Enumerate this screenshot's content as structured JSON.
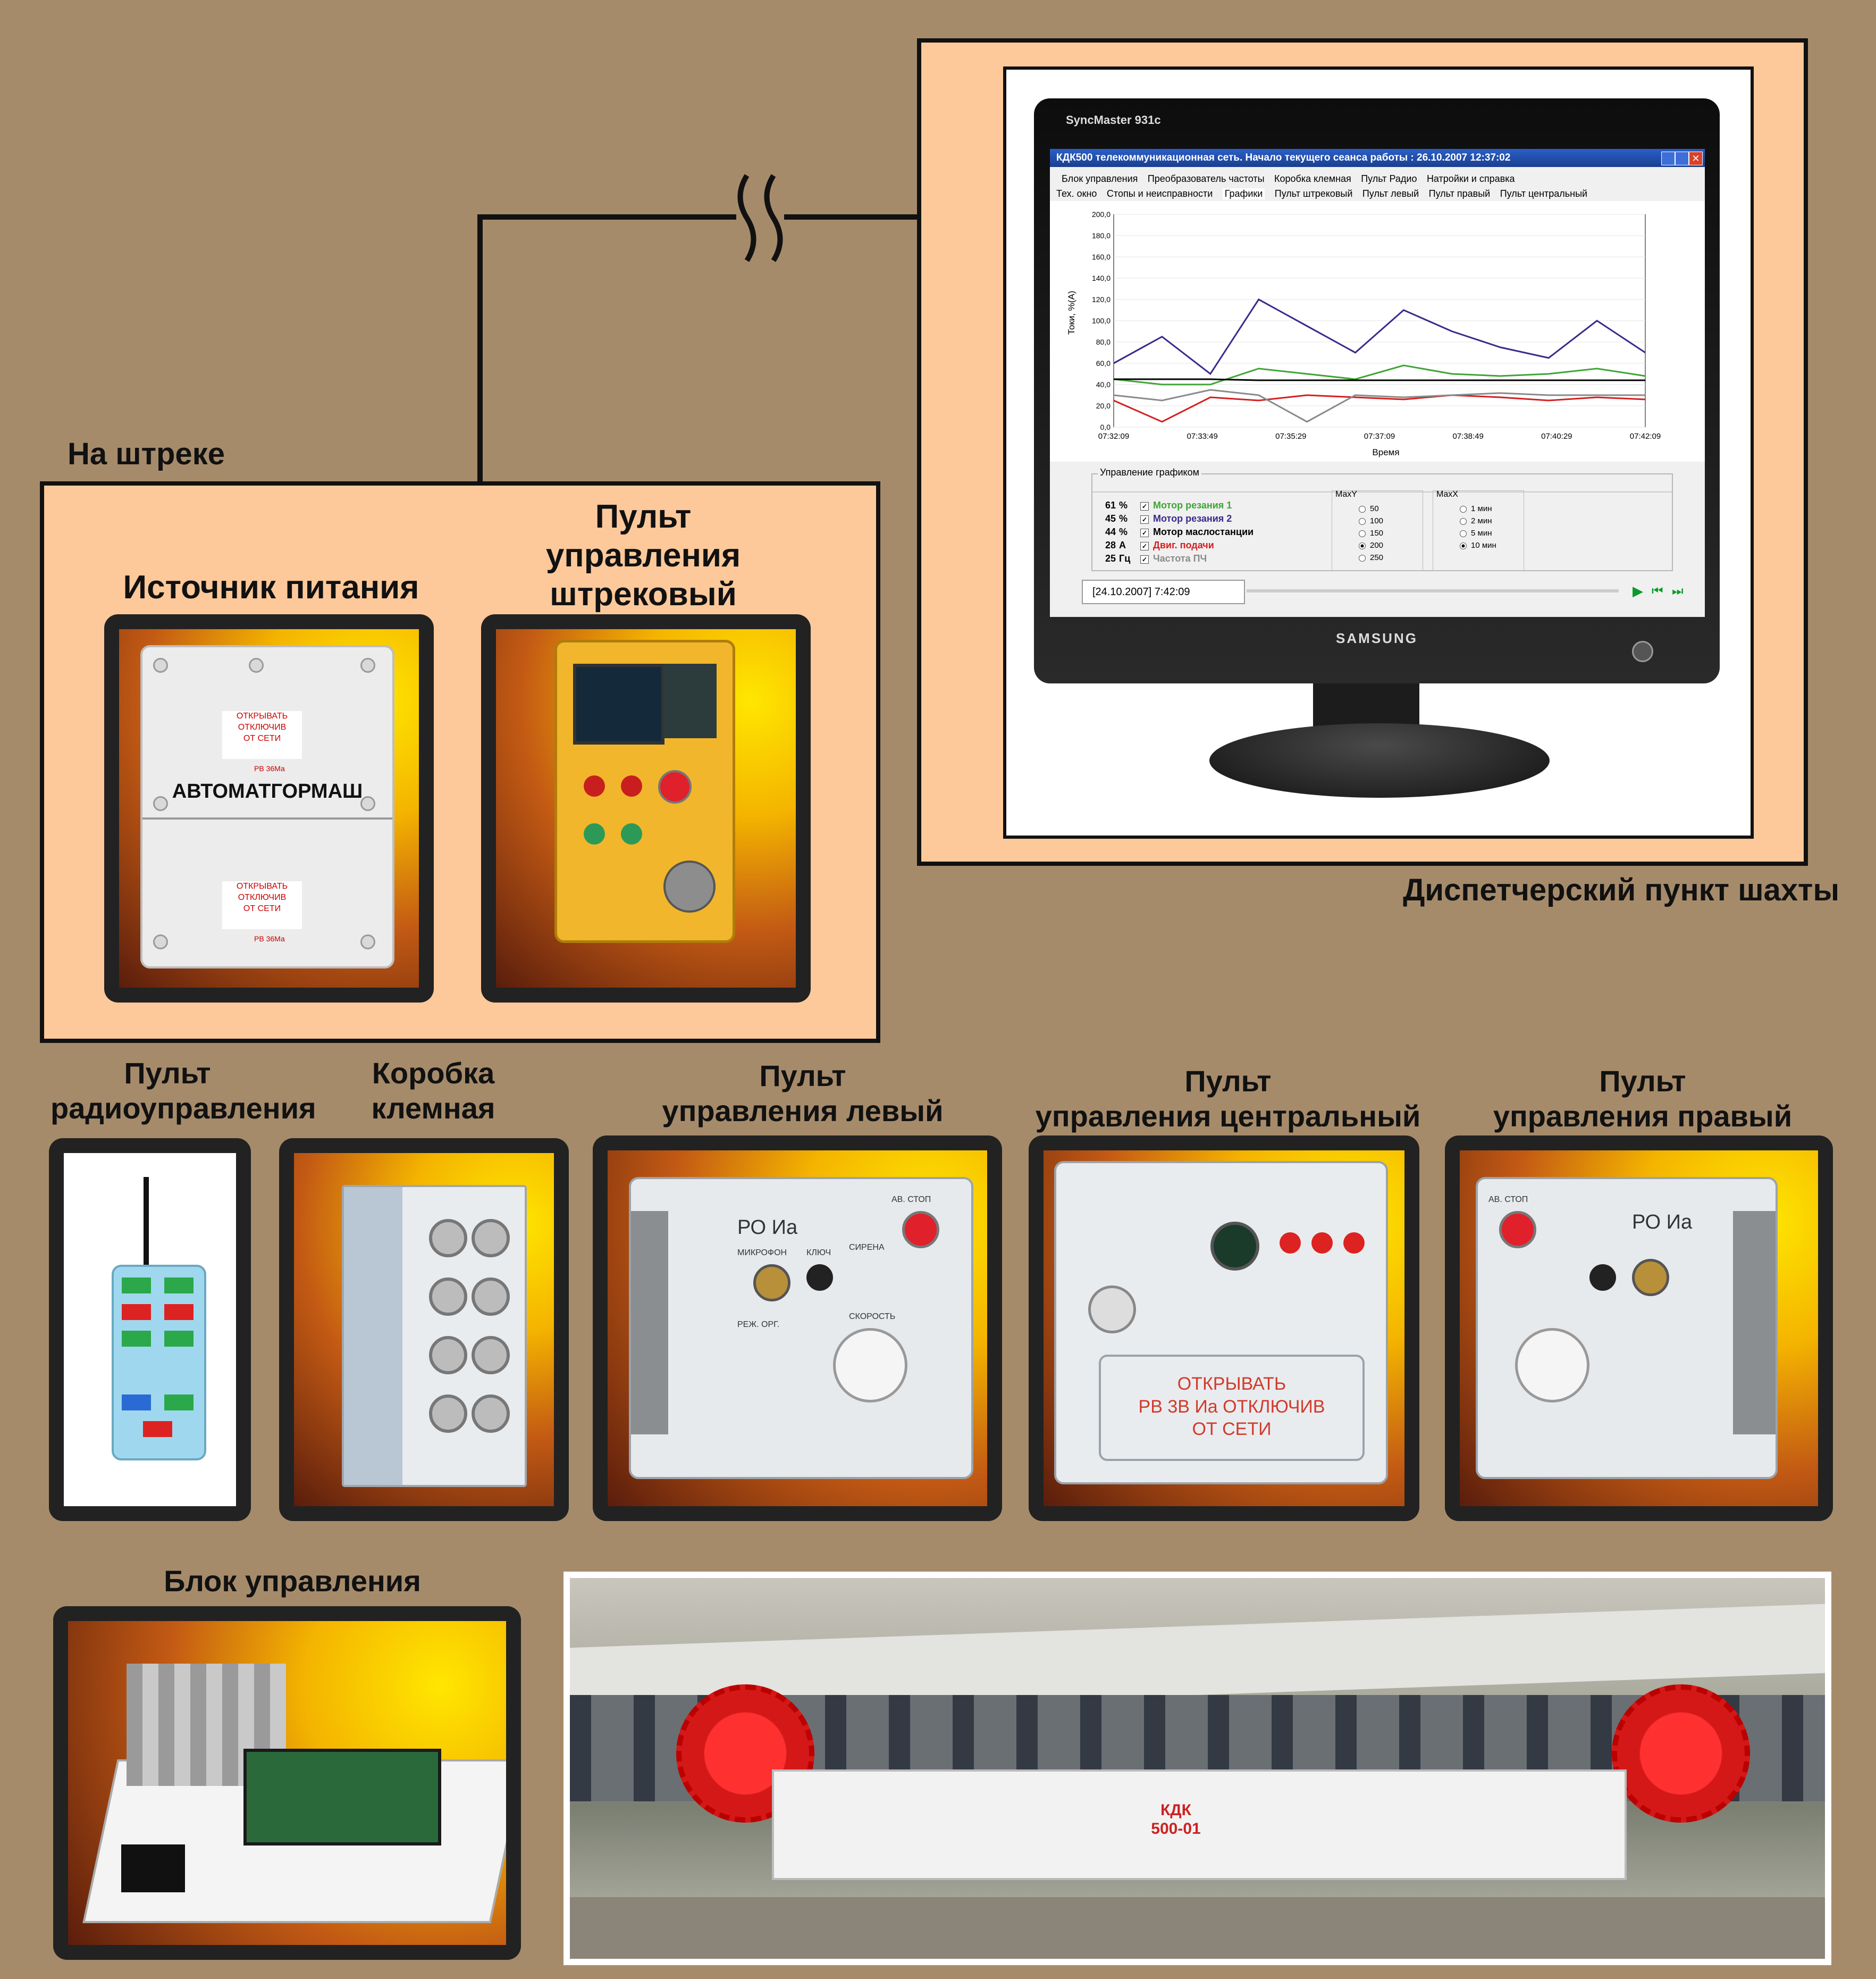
{
  "sections": {
    "roadway_title": "На штреке",
    "dispatch_title": "Диспетчерский пункт шахты"
  },
  "devices": {
    "power_source": "Источник питания",
    "roadway_panel": [
      "Пульт",
      "управления",
      "штрековый"
    ],
    "radio_panel": [
      "Пульт",
      "радиоуправления"
    ],
    "terminal_box": [
      "Коробка",
      "клемная"
    ],
    "left_panel": [
      "Пульт",
      "управления левый"
    ],
    "center_panel": [
      "Пульт",
      "управления центральный"
    ],
    "right_panel": [
      "Пульт",
      "управления правый"
    ],
    "control_unit": "Блок управления"
  },
  "photo_text": {
    "power_brand": "АВТОМАТГОРМАШ",
    "power_warning": [
      "ОТКРЫВАТЬ",
      "ОТКЛЮЧИВ",
      "ОТ СЕТИ"
    ],
    "power_code_top": "РВ 36Ма",
    "power_code_bottom": "РВ 36Ма",
    "center_warning": [
      "ОТКРЫВАТЬ",
      "РВ 3В Иа  ОТКЛЮЧИВ",
      "ОТ СЕТИ"
    ],
    "panel_rating": "РО Иа",
    "panel_stop": "АВ. СТОП",
    "panel_siren": "СИРЕНА",
    "panel_mic": "МИКРОФОН",
    "panel_key": "КЛЮЧ",
    "panel_speed": "СКОРОСТЬ",
    "panel_mode": "РЕЖ. ОРГ.",
    "shearer_model": [
      "КДК",
      "500-01"
    ]
  },
  "monitor": {
    "brand_top": "SyncMaster 931c",
    "brand_bottom": "SAMSUNG",
    "window_title": "КДК500 телекоммуникационная сеть. Начало текущего сеанса работы : 26.10.2007 12:37:02",
    "tabs_row1": [
      "Блок управления",
      "Преобразователь частоты",
      "Коробка клемная",
      "Пульт Радио",
      "Натройки и справка"
    ],
    "tabs_row2": [
      "Тех. окно",
      "Стопы и неисправности",
      "Графики",
      "Пульт штрековый",
      "Пульт левый",
      "Пульт правый",
      "Пульт центральный"
    ],
    "active_tab": "Графики",
    "group_title": "Управление графиком",
    "legend": [
      {
        "value": "61",
        "unit": "%",
        "name": "Мотор резания 1",
        "color": "#3fa535"
      },
      {
        "value": "45",
        "unit": "%",
        "name": "Мотор резания 2",
        "color": "#3a2a8c"
      },
      {
        "value": "44",
        "unit": "%",
        "name": "Мотор маслостанции",
        "color": "#000000"
      },
      {
        "value": "28",
        "unit": "А",
        "name": "Двиг. подачи",
        "color": "#d42020"
      },
      {
        "value": "25",
        "unit": "Гц",
        "name": "Частота ПЧ",
        "color": "#8a8a8a"
      }
    ],
    "maxy_title": "MaxY",
    "maxy_options": [
      "50",
      "100",
      "150",
      "200",
      "250"
    ],
    "maxy_selected": "200",
    "maxx_title": "MaxX",
    "maxx_options": [
      "1 мин",
      "2 мин",
      "5 мин",
      "10 мин"
    ],
    "maxx_selected": "10 мин",
    "status_time": "[24.10.2007] 7:42:09"
  },
  "chart_data": {
    "type": "line",
    "title": "",
    "xlabel": "Время",
    "ylabel": "Токи, %(А)",
    "ylim": [
      0,
      200
    ],
    "yticks": [
      "0,0",
      "20,0",
      "40,0",
      "60,0",
      "80,0",
      "100,0",
      "120,0",
      "140,0",
      "160,0",
      "180,0",
      "200,0"
    ],
    "x": [
      "07:32:09",
      "07:33:49",
      "07:35:29",
      "07:37:09",
      "07:38:49",
      "07:40:29",
      "07:42:09"
    ],
    "grid": true,
    "series": [
      {
        "name": "Мотор резания 2",
        "color": "#3a2a8c",
        "values": [
          60,
          85,
          50,
          120,
          95,
          70,
          110,
          90,
          75,
          65,
          100,
          70
        ]
      },
      {
        "name": "Мотор резания 1",
        "color": "#3fa535",
        "values": [
          45,
          40,
          40,
          55,
          50,
          45,
          58,
          50,
          48,
          50,
          55,
          48
        ]
      },
      {
        "name": "Мотор маслостанции",
        "color": "#000000",
        "values": [
          45,
          45,
          45,
          44,
          44,
          44,
          44,
          44,
          44,
          44,
          44,
          44
        ]
      },
      {
        "name": "Двиг. подачи",
        "color": "#d42020",
        "values": [
          25,
          5,
          28,
          25,
          30,
          28,
          26,
          30,
          28,
          25,
          28,
          26
        ]
      },
      {
        "name": "Частота ПЧ",
        "color": "#8a8a8a",
        "values": [
          30,
          25,
          35,
          30,
          5,
          30,
          28,
          30,
          32,
          30,
          30,
          30
        ]
      }
    ]
  }
}
